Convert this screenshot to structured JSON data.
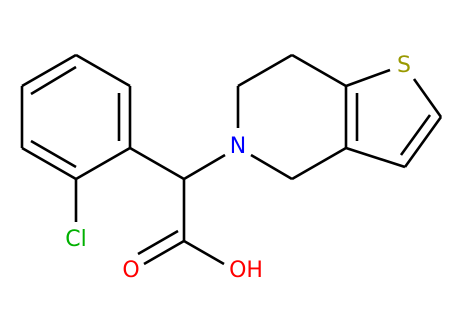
{
  "colors": {
    "background": "#ffffff",
    "bond": "#000000",
    "nitrogen": "#0000ff",
    "oxygen": "#ff0000",
    "sulfur": "#999900",
    "chlorine": "#00b000"
  },
  "atoms": {
    "sulfur": "S",
    "nitrogen": "N",
    "chlorine": "Cl",
    "carbonyl_oxygen": "O",
    "hydroxyl": "OH"
  }
}
